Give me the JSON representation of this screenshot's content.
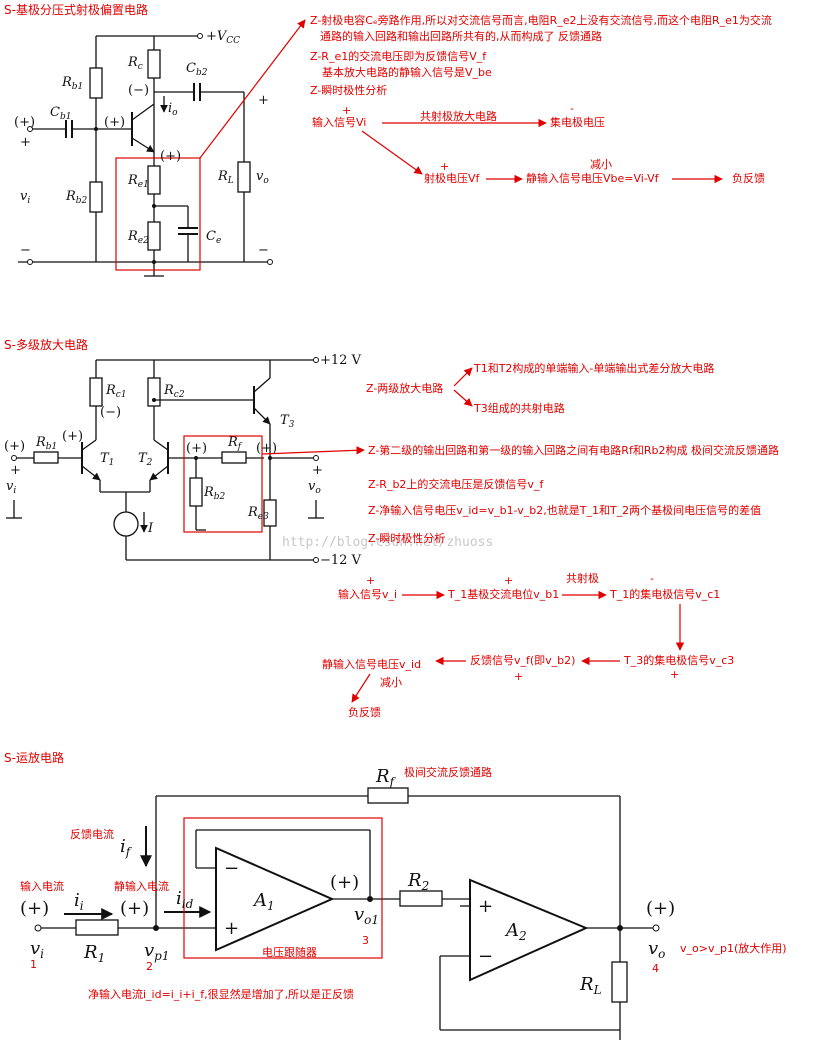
{
  "section1": {
    "title": "S-基极分压式射极偏置电路",
    "symbols": {
      "vcc": "+V",
      "vcc_sub": "CC",
      "rb1": "R",
      "rb1_sub": "b1",
      "rc": "R",
      "rc_sub": "c",
      "cb2": "C",
      "cb2_sub": "b2",
      "cb1": "C",
      "cb1_sub": "b1",
      "re1": "R",
      "re1_sub": "e1",
      "rl": "R",
      "rl_sub": "L",
      "vo": "v",
      "vo_sub": "o",
      "vi": "v",
      "vi_sub": "i",
      "rb2": "R",
      "rb2_sub": "b2",
      "re2": "R",
      "re2_sub": "e2",
      "ce": "C",
      "ce_sub": "e",
      "io": "i",
      "io_sub": "o",
      "plus_in": "(+)",
      "plus_base": "(+)",
      "minus_col": "(−)",
      "plus_emit": "(+)",
      "plus_out": "+",
      "plus_vi": "+",
      "minus_vi": "−",
      "minus_out": "−"
    },
    "notes": [
      "Z-射极电容Cₑ旁路作用,所以对交流信号而言,电阻R_e2上没有交流信号,而这个电阻R_e1为交流",
      "通路的输入回路和输出回路所共有的,从而构成了 反馈通路",
      "Z-R_e1的交流电压即为反馈信号V_f",
      "基本放大电路的静输入信号是V_be",
      "Z-瞬时极性分析"
    ],
    "flow": {
      "input": "输入信号Vi",
      "input_sign": "+",
      "ce_amp": "共射极放大电路",
      "collector": "集电极电压",
      "collector_sign": "-",
      "emitter": "射极电压Vf",
      "emitter_sign": "+",
      "net": "静输入信号电压Vbe=Vi-Vf",
      "decrease": "减小",
      "result": "负反馈"
    }
  },
  "section2": {
    "title": "S-多级放大电路",
    "symbols": {
      "v12p": "+12 V",
      "v12n": "−12 V",
      "rc1": "R",
      "rc1_sub": "c1",
      "rc2": "R",
      "rc2_sub": "c2",
      "t3": "T",
      "t3_sub": "3",
      "rb1": "R",
      "rb1_sub": "b1",
      "t1": "T",
      "t1_sub": "1",
      "t2": "T",
      "t2_sub": "2",
      "rf": "R",
      "rf_sub": "f",
      "rb2": "R",
      "rb2_sub": "b2",
      "re3": "R",
      "re3_sub": "e3",
      "vi": "v",
      "vi_sub": "i",
      "vo": "v",
      "vo_sub": "o",
      "i": "I",
      "plus_in": "(+)",
      "plus_b1": "(+)",
      "minus_c1": "(−)",
      "plus_b2": "(+)",
      "plus_e3": "(+)",
      "plus_vi": "+",
      "plus_vo": "+"
    },
    "watermark": "http://blog.csdn.net/zhuoss",
    "notes": {
      "two_stage": "Z-两级放大电路",
      "branch1": "T1和T2构成的单端输入-单端输出式差分放大电路",
      "branch2": "T3组成的共射电路",
      "feedback_path": "Z-第二级的输出回路和第一级的输入回路之间有电路Rf和Rb2构成 极间交流反馈通路",
      "feedback_signal": "Z-R_b2上的交流电压是反馈信号v_f",
      "net_input": "Z-净输入信号电压v_id=v_b1-v_b2,也就是T_1和T_2两个基极间电压信号的差值",
      "polarity": "Z-瞬时极性分析"
    },
    "flow": {
      "input": "输入信号v_i",
      "input_sign": "+",
      "t1_base": "T_1基极交流电位v_b1",
      "t1_base_sign": "+",
      "ce": "共射极",
      "t1_col": "T_1的集电极信号v_c1",
      "t1_col_sign": "-",
      "t3_col": "T_3的集电极信号v_c3",
      "t3_col_sign": "+",
      "fb": "反馈信号v_f(即v_b2)",
      "fb_sign": "+",
      "net": "静输入信号电压v_id",
      "decrease": "减小",
      "result": "负反馈"
    }
  },
  "section3": {
    "title": "S-运放电路",
    "symbols": {
      "rf": "R",
      "rf_sub": "f",
      "if": "i",
      "if_sub": "f",
      "ii": "i",
      "ii_sub": "i",
      "iid": "i",
      "iid_sub": "id",
      "a1": "A",
      "a1_sub": "1",
      "a2": "A",
      "a2_sub": "2",
      "r1": "R",
      "r1_sub": "1",
      "r2": "R",
      "r2_sub": "2",
      "rl": "R",
      "rl_sub": "L",
      "vi": "v",
      "vi_sub": "i",
      "vp1": "v",
      "vp1_sub": "p1",
      "vo1": "v",
      "vo1_sub": "o1",
      "vo": "v",
      "vo_sub": "o",
      "plus_vi": "(+)",
      "plus_vp1": "(+)",
      "plus_vo1": "(+)",
      "plus_vo": "(+)",
      "a1_minus": "−",
      "a1_plus": "+",
      "a2_plus": "+",
      "a2_minus": "−"
    },
    "notes": {
      "rf_path": "极间交流反馈通路",
      "fb_current": "反馈电流",
      "in_current": "输入电流",
      "net_current": "静输入电流",
      "follower": "电压跟随器",
      "gain": "v_o>v_p1(放大作用)",
      "conclusion": "净输入电流i_id=i_i+i_f,很显然是增加了,所以是正反馈"
    },
    "node_numbers": [
      "1",
      "2",
      "3",
      "4"
    ]
  }
}
